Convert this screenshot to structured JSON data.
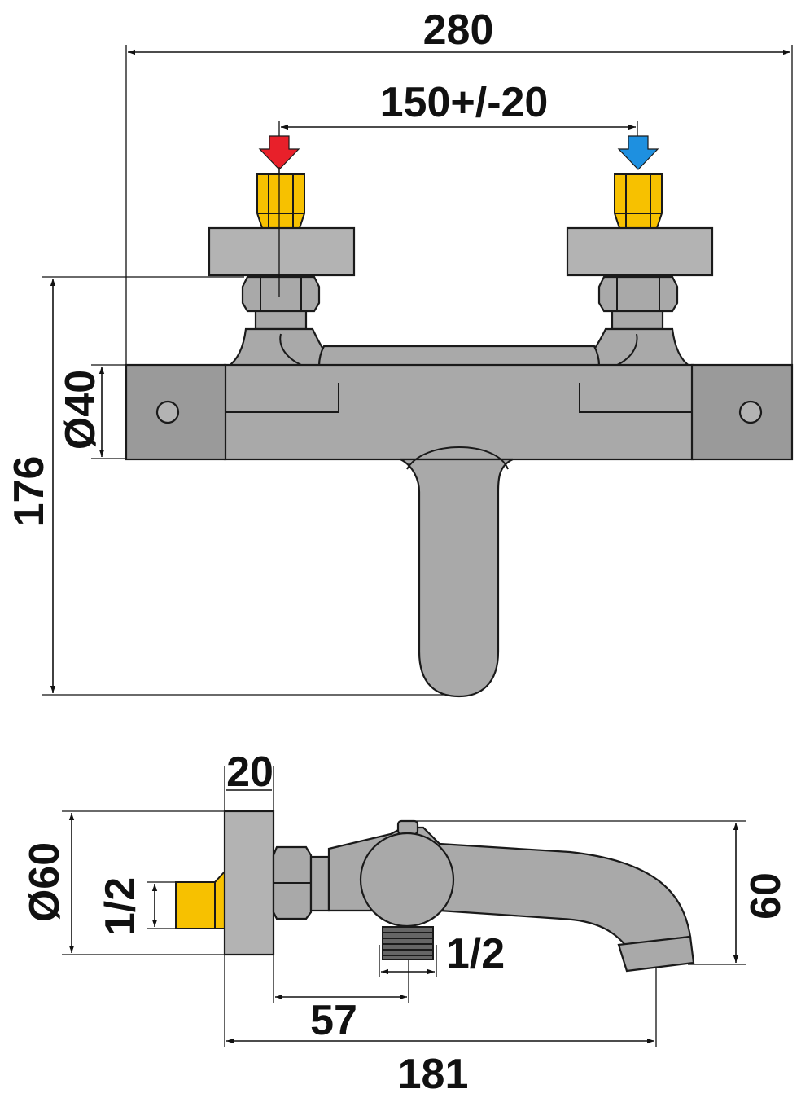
{
  "dimensions": {
    "overall_width": "280",
    "inlet_spacing": "150+/-20",
    "body_diameter": "Ø40",
    "overall_height": "176",
    "flange_depth": "20",
    "flange_diameter": "Ø60",
    "inlet_thread": "1/2",
    "outlet_thread": "1/2",
    "outlet_offset": "57",
    "side_height": "60",
    "overall_depth": "181"
  },
  "colors": {
    "hot_arrow": "#e8202a",
    "cold_arrow": "#1e90e0",
    "brass": "#f7c100",
    "chrome": "#a9a9a9"
  }
}
